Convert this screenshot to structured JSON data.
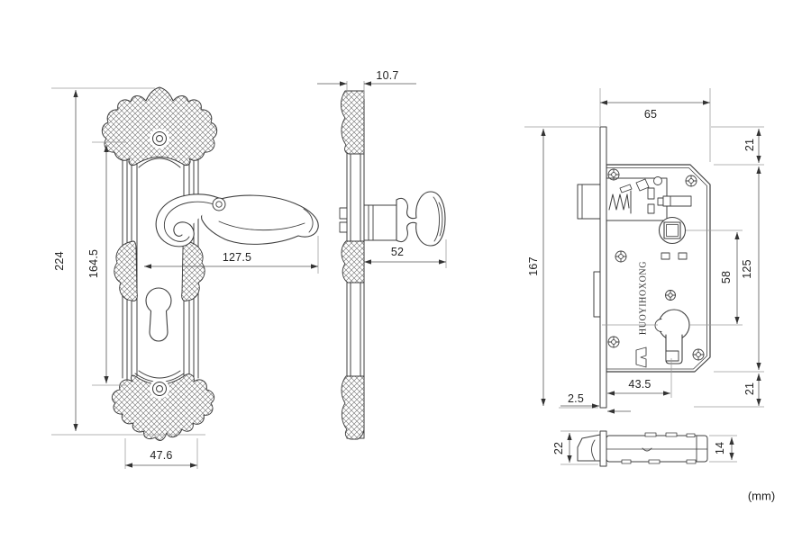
{
  "drawing": {
    "units_note": "(mm)",
    "front_view": {
      "dims": {
        "overall_height": "224",
        "centers_height": "164.5",
        "handle_length": "127.5",
        "plate_width": "47.6"
      }
    },
    "side_view": {
      "dims": {
        "plate_thickness": "10.7",
        "handle_projection": "52"
      }
    },
    "lock_body_view": {
      "brand_text": "HUOYIHOXONG",
      "dims": {
        "case_width": "65",
        "top_margin": "21",
        "faceplate_height": "167",
        "case_height": "125",
        "spindle_to_cylinder": "58",
        "backset": "43.5",
        "faceplate_thickness": "2.5",
        "bottom_margin": "21"
      }
    },
    "latch_top_view": {
      "dims": {
        "faceplate_width": "22",
        "case_thickness": "14"
      }
    }
  }
}
